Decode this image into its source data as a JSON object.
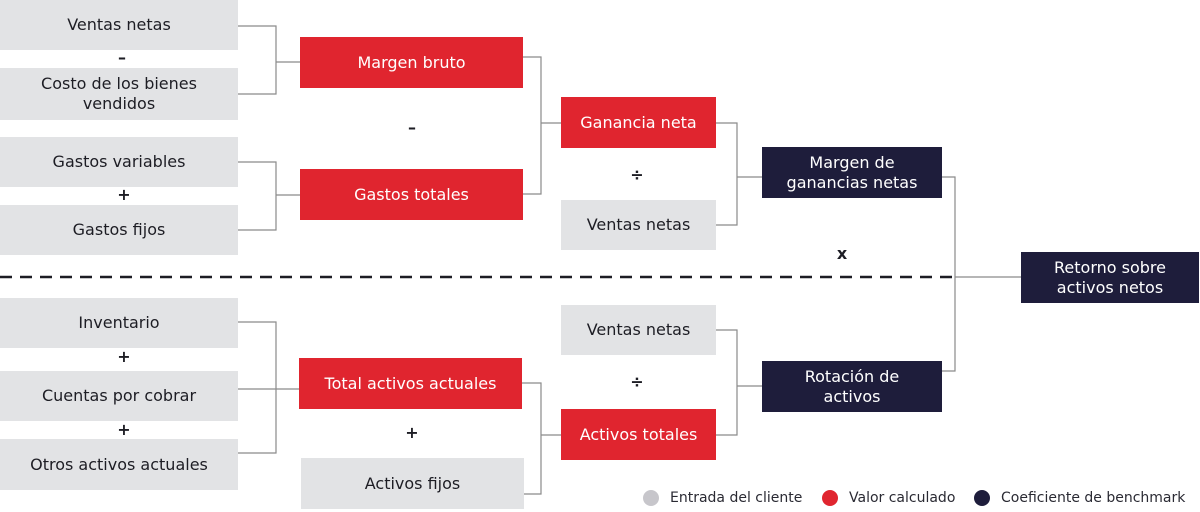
{
  "nodes": {
    "ventas_netas_1": "Ventas netas",
    "costo_bienes": "Costo de los bienes vendidos",
    "gastos_variables": "Gastos variables",
    "gastos_fijos": "Gastos fijos",
    "inventario": "Inventario",
    "cuentas_cobrar": "Cuentas por cobrar",
    "otros_activos": "Otros activos actuales",
    "margen_bruto": "Margen bruto",
    "gastos_totales": "Gastos totales",
    "total_activos_actuales": "Total activos actuales",
    "activos_fijos": "Activos fijos",
    "ganancia_neta": "Ganancia neta",
    "ventas_netas_2": "Ventas netas",
    "ventas_netas_3": "Ventas netas",
    "activos_totales": "Activos totales",
    "margen_ganancias": "Margen de ganancias netas",
    "rotacion_activos": "Rotación de activos",
    "retorno": "Retorno sobre activos netos"
  },
  "operators": {
    "minus": "–",
    "plus": "+",
    "divide": "÷",
    "times": "x"
  },
  "legend": {
    "input": "Entrada del cliente",
    "calculated": "Valor calculado",
    "benchmark": "Coeficiente de benchmark"
  },
  "colors": {
    "input": "#c7c6cb",
    "calculated": "#e0252f",
    "benchmark": "#1e1d3b",
    "box_gray": "#e2e3e5",
    "connector": "#8a8a8a"
  }
}
